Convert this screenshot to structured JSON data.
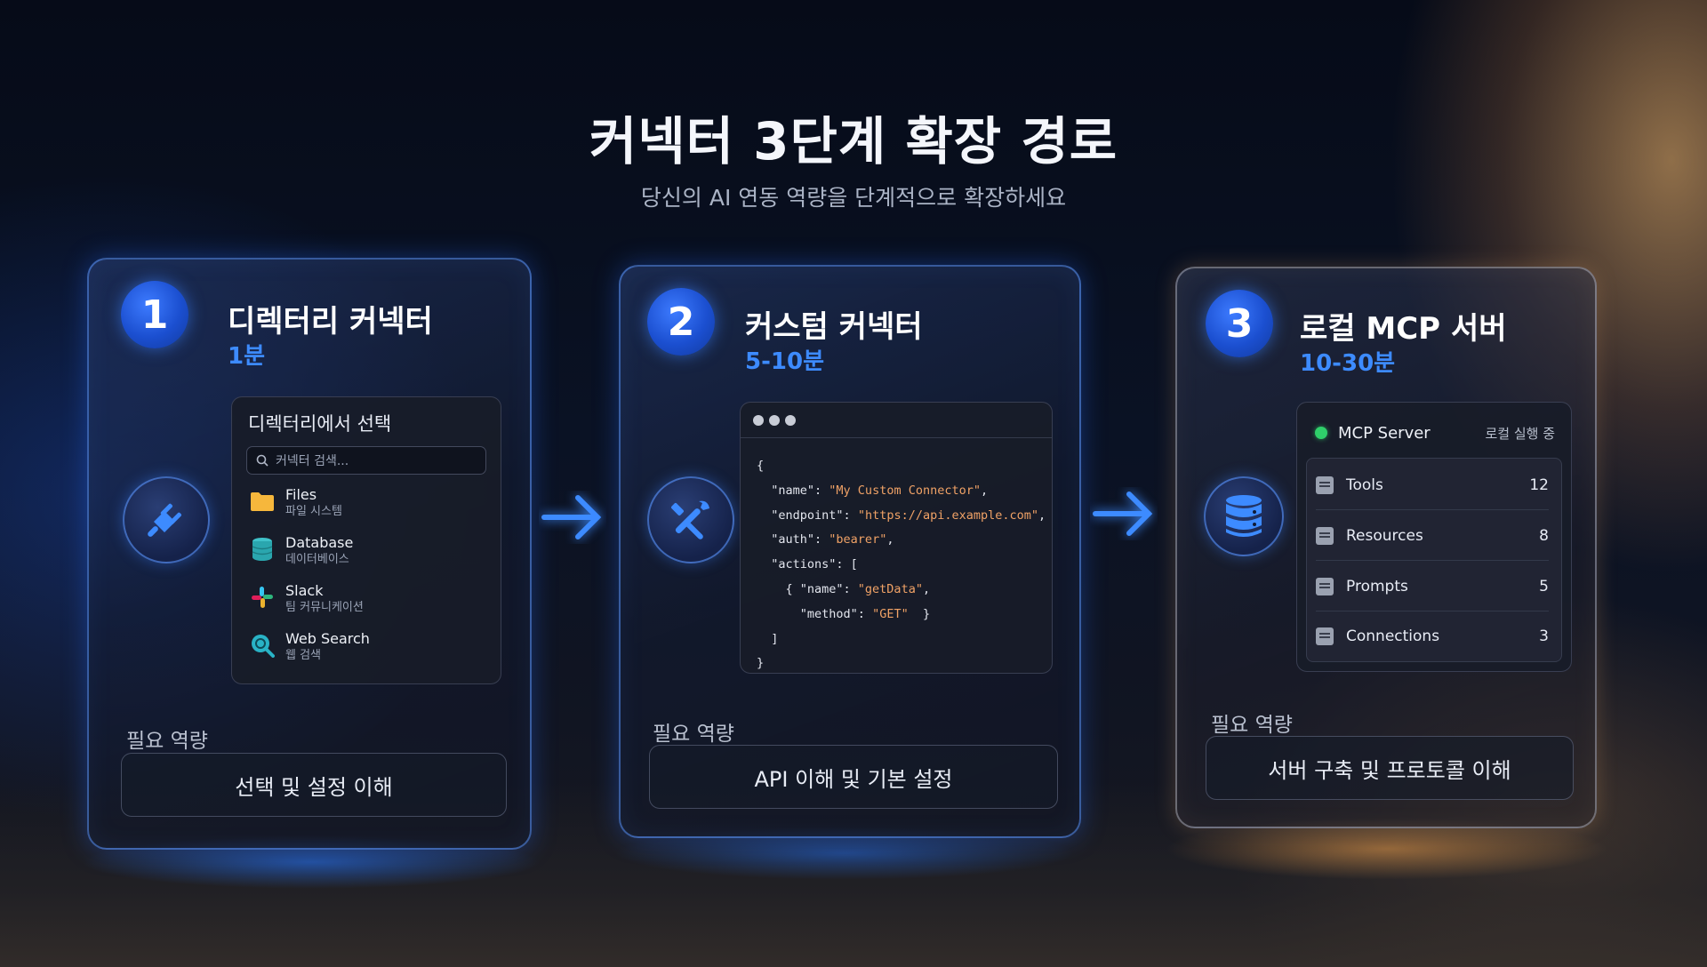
{
  "title": "커넥터 3단계 확장 경로",
  "subtitle": "당신의 AI 연동 역량을 단계적으로 확장하세요",
  "requirement_label": "필요 역량",
  "steps": [
    {
      "number": "1",
      "title": "디렉터리 커넥터",
      "time": "1분",
      "icon": "plug-icon",
      "panel": {
        "title": "디렉터리에서 선택",
        "search_placeholder": "커넥터 검색...",
        "items": [
          {
            "name": "Files",
            "desc": "파일 시스템",
            "icon": "folder-icon"
          },
          {
            "name": "Database",
            "desc": "데이터베이스",
            "icon": "database-icon"
          },
          {
            "name": "Slack",
            "desc": "팀 커뮤니케이션",
            "icon": "slack-icon"
          },
          {
            "name": "Web Search",
            "desc": "웹 검색",
            "icon": "web-search-icon"
          }
        ]
      },
      "requirement": "선택 및 설정 이해"
    },
    {
      "number": "2",
      "title": "커스텀 커넥터",
      "time": "5-10분",
      "icon": "tools-icon",
      "code": {
        "line1": "{",
        "line2_key": "\"name\": ",
        "line2_val": "\"My Custom Connector\"",
        "line3_key": "\"endpoint\": ",
        "line3_val": "\"https://api.example.com\"",
        "line4_key": "\"auth\": ",
        "line4_val": "\"bearer\"",
        "line5": "\"actions\": [",
        "line6_key": "{ \"name\": ",
        "line6_val": "\"getData\"",
        "line7_key": "\"method\": ",
        "line7_val": "\"GET\"",
        "line7_end": "  }",
        "line8": "]",
        "line9": "}"
      },
      "requirement": "API 이해 및 기본 설정"
    },
    {
      "number": "3",
      "title": "로컬 MCP 서버",
      "time": "10-30분",
      "icon": "server-icon",
      "server": {
        "name": "MCP Server",
        "status": "로컬 실행 중",
        "status_color": "#2fcf6a",
        "rows": [
          {
            "label": "Tools",
            "count": "12"
          },
          {
            "label": "Resources",
            "count": "8"
          },
          {
            "label": "Prompts",
            "count": "5"
          },
          {
            "label": "Connections",
            "count": "3"
          }
        ]
      },
      "requirement": "서버 구축 및 프로토콜 이해"
    }
  ],
  "colors": {
    "accent_blue": "#3d8bff",
    "badge_blue": "#1b4fd0",
    "string_orange": "#f0a266",
    "warm_light": "#ffbe6e"
  }
}
